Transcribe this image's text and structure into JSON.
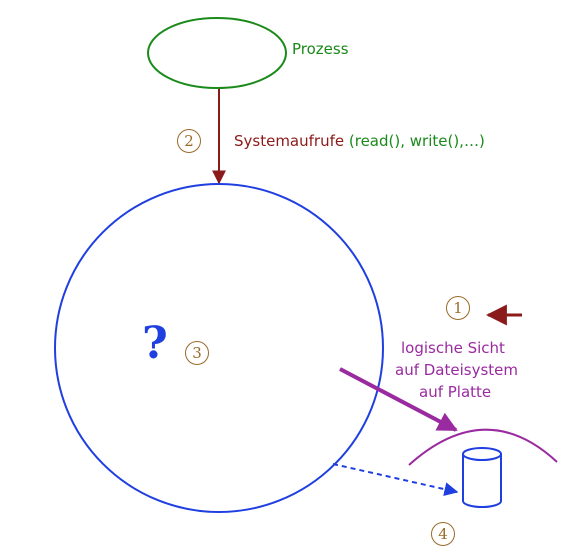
{
  "process_label": "Prozess",
  "syscalls": {
    "label": "Systemaufrufe",
    "examples": "(read(), write(),…)"
  },
  "markers": {
    "m1": "1",
    "m2": "2",
    "m3": "3",
    "m4": "4"
  },
  "question_mark": "?",
  "logical_view": {
    "line1": "logische Sicht",
    "line2": "auf Dateisystem",
    "line3": "auf Platte"
  },
  "colors": {
    "process": "#1a8a1a",
    "syscall_arrow": "#8b1a1a",
    "kernel_circle": "#1f3fe0",
    "logical_view": "#9a2aa0",
    "marker": "#9a6a2a"
  }
}
